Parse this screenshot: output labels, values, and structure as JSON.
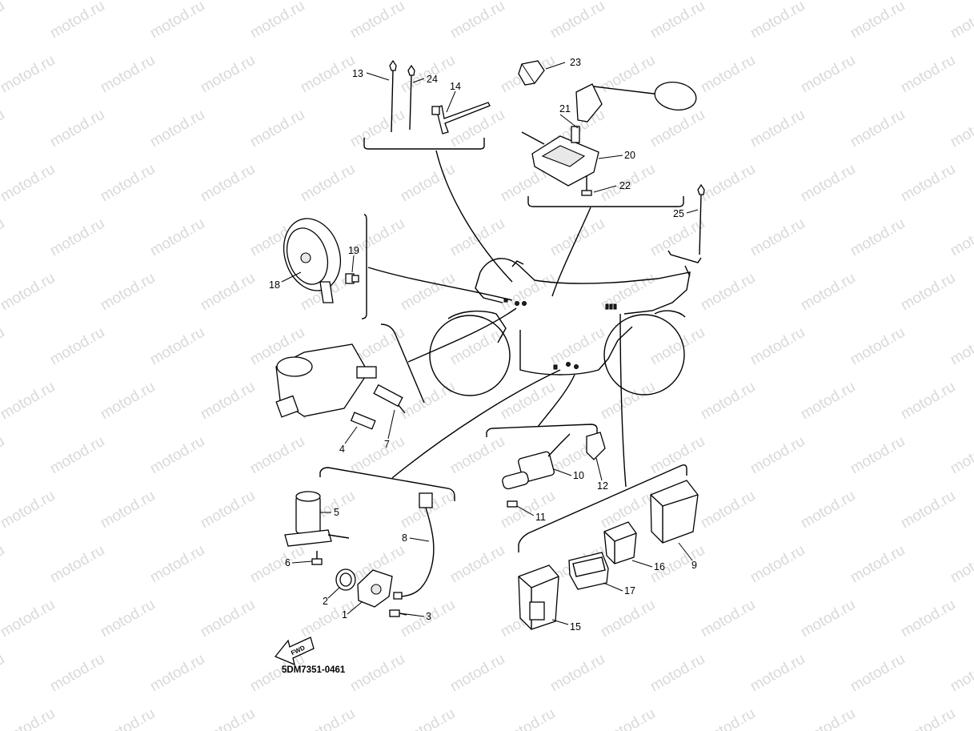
{
  "diagram": {
    "code": "5DM7351-0461",
    "fwd_label": "FWD",
    "watermark_text": "motod.ru",
    "callouts": [
      {
        "id": "c1",
        "label": "1"
      },
      {
        "id": "c2",
        "label": "2"
      },
      {
        "id": "c3",
        "label": "3"
      },
      {
        "id": "c4",
        "label": "4"
      },
      {
        "id": "c5",
        "label": "5"
      },
      {
        "id": "c6",
        "label": "6"
      },
      {
        "id": "c7",
        "label": "7"
      },
      {
        "id": "c8",
        "label": "8"
      },
      {
        "id": "c9",
        "label": "9"
      },
      {
        "id": "c10",
        "label": "10"
      },
      {
        "id": "c11",
        "label": "11"
      },
      {
        "id": "c12",
        "label": "12"
      },
      {
        "id": "c13",
        "label": "13"
      },
      {
        "id": "c14",
        "label": "14"
      },
      {
        "id": "c15",
        "label": "15"
      },
      {
        "id": "c16",
        "label": "16"
      },
      {
        "id": "c17",
        "label": "17"
      },
      {
        "id": "c18",
        "label": "18"
      },
      {
        "id": "c19",
        "label": "19"
      },
      {
        "id": "c20",
        "label": "20"
      },
      {
        "id": "c21",
        "label": "21"
      },
      {
        "id": "c22",
        "label": "22"
      },
      {
        "id": "c23",
        "label": "23"
      },
      {
        "id": "c24",
        "label": "24"
      },
      {
        "id": "c25",
        "label": "25"
      }
    ]
  }
}
